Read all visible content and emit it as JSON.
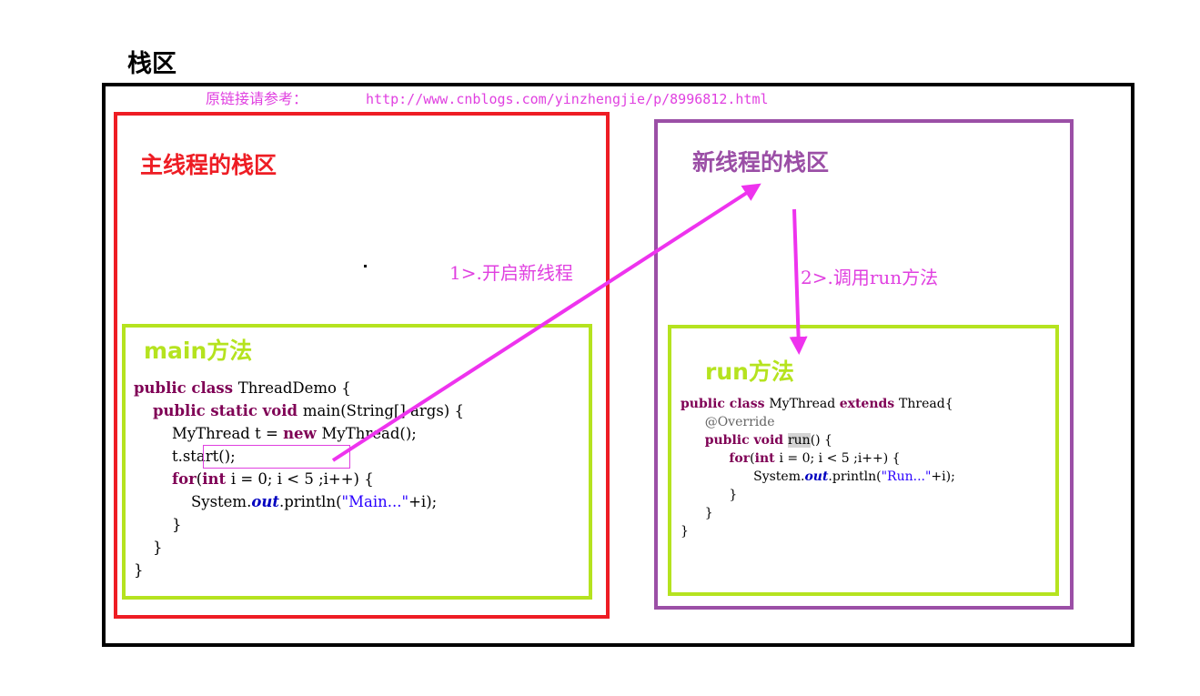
{
  "heading": "栈区",
  "source": {
    "label": "原链接请参考：",
    "url": "http://www.cnblogs.com/yinzhengjie/p/8996812.html"
  },
  "main_thread": {
    "title": "主线程的栈区"
  },
  "new_thread": {
    "title": "新线程的栈区"
  },
  "main_method": {
    "title": "main方法",
    "code": [
      [
        [
          "kw",
          "public class "
        ],
        [
          "p",
          "ThreadDemo {"
        ]
      ],
      [
        [
          "p",
          "    "
        ],
        [
          "kw",
          "public static void "
        ],
        [
          "p",
          "main(String[] args) {"
        ]
      ],
      [
        [
          "p",
          "        MyThread t = "
        ],
        [
          "kw",
          "new "
        ],
        [
          "p",
          "MyThread();"
        ]
      ],
      [
        [
          "p",
          "        t.start();"
        ]
      ],
      [
        [
          "p",
          "        "
        ],
        [
          "kw",
          "for"
        ],
        [
          "p",
          "("
        ],
        [
          "kw",
          "int "
        ],
        [
          "p",
          "i = 0; i < 5 ;i++) {"
        ]
      ],
      [
        [
          "p",
          "            System."
        ],
        [
          "fld",
          "out"
        ],
        [
          "p",
          ".println("
        ],
        [
          "str",
          "\"Main...\""
        ],
        [
          "p",
          "+i);"
        ]
      ],
      [
        [
          "p",
          "        }"
        ]
      ],
      [
        [
          "p",
          "    }"
        ]
      ],
      [
        [
          "p",
          "}"
        ]
      ]
    ]
  },
  "run_method": {
    "title": "run方法",
    "code": [
      [
        [
          "kw",
          "public class "
        ],
        [
          "p",
          "MyThread "
        ],
        [
          "kw",
          "extends "
        ],
        [
          "p",
          "Thread{"
        ]
      ],
      [
        [
          "p",
          "      "
        ],
        [
          "ann",
          "@Override"
        ]
      ],
      [
        [
          "p",
          "      "
        ],
        [
          "kw",
          "public void "
        ],
        [
          "hl",
          "run"
        ],
        [
          "p",
          "() {"
        ]
      ],
      [
        [
          "p",
          "            "
        ],
        [
          "kw",
          "for"
        ],
        [
          "p",
          "("
        ],
        [
          "kw",
          "int "
        ],
        [
          "p",
          "i = 0; i < 5 ;i++) {"
        ]
      ],
      [
        [
          "p",
          "                  System."
        ],
        [
          "fld",
          "out"
        ],
        [
          "p",
          ".println("
        ],
        [
          "str",
          "\"Run...\""
        ],
        [
          "p",
          "+i);"
        ]
      ],
      [
        [
          "p",
          "            }"
        ]
      ],
      [
        [
          "p",
          "      }"
        ]
      ],
      [
        [
          "p",
          "}"
        ]
      ]
    ]
  },
  "steps": {
    "step1": "1>.开启新线程",
    "step2": "2>.调用run方法"
  },
  "colors": {
    "main_thread": "#ee1d24",
    "new_thread": "#9b4fa6",
    "method_box": "#b5e31f",
    "arrow": "#ee33ee"
  }
}
